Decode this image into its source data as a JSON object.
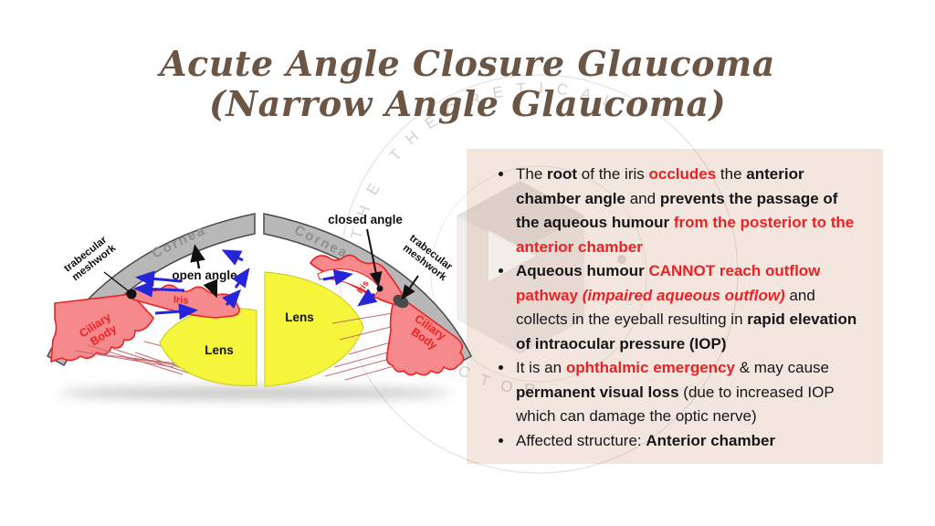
{
  "title": {
    "line1": "Acute Angle Closure Glaucoma",
    "line2": "(Narrow Angle Glaucoma)"
  },
  "watermark": {
    "top_text": "THE THEORETICAL",
    "bottom_text": "DOCTOR"
  },
  "panel": {
    "bullets": [
      [
        {
          "t": "The ",
          "s": ""
        },
        {
          "t": "root",
          "s": "b"
        },
        {
          "t": " of the iris ",
          "s": ""
        },
        {
          "t": "occludes",
          "s": "br"
        },
        {
          "t": " the ",
          "s": ""
        },
        {
          "t": "anterior chamber angle",
          "s": "b"
        },
        {
          "t": " and ",
          "s": ""
        },
        {
          "t": "prevents the passage of the aqueous humour",
          "s": "b"
        },
        {
          "t": " ",
          "s": ""
        },
        {
          "t": "from the posterior to the anterior chamber",
          "s": "br"
        }
      ],
      [
        {
          "t": "Aqueous humour ",
          "s": "b"
        },
        {
          "t": "CANNOT reach outflow pathway",
          "s": "br"
        },
        {
          "t": " ",
          "s": ""
        },
        {
          "t": "(impaired aqueous outflow)",
          "s": "bri"
        },
        {
          "t": " and collects in the eyeball resulting in ",
          "s": ""
        },
        {
          "t": "rapid elevation of intraocular pressure (IOP)",
          "s": "b"
        }
      ],
      [
        {
          "t": "It is an ",
          "s": ""
        },
        {
          "t": "ophthalmic emergency",
          "s": "br"
        },
        {
          "t": " & may cause ",
          "s": ""
        },
        {
          "t": "permanent visual loss",
          "s": "b"
        },
        {
          "t": " (due to increased IOP which can damage the optic nerve)",
          "s": ""
        }
      ],
      [
        {
          "t": "Affected structure: ",
          "s": ""
        },
        {
          "t": "Anterior chamber",
          "s": "b"
        }
      ]
    ]
  },
  "diagram": {
    "left": {
      "angle_label": "open angle",
      "cornea": "Cornea",
      "trabecular_line1": "trabecular",
      "trabecular_line2": "meshwork",
      "iris": "Iris",
      "ciliary_line1": "Ciliary",
      "ciliary_line2": "Body",
      "lens": "Lens"
    },
    "right": {
      "angle_label": "closed angle",
      "cornea": "Cornea",
      "trabecular_line1": "trabecular",
      "trabecular_line2": "meshwork",
      "iris": "Iris",
      "ciliary_line1": "Ciliary",
      "ciliary_line2": "Body",
      "lens": "Lens"
    }
  },
  "colors": {
    "panel_bg": "#f3e6de",
    "accent_red": "#ee2024",
    "title_brown": "#6b5646",
    "diagram_pink": "#f5898c",
    "diagram_outline_red": "#ee2222",
    "diagram_yellow": "#f5f53c",
    "diagram_grey": "#b8b8b8",
    "flow_arrow_blue": "#2626d8"
  }
}
